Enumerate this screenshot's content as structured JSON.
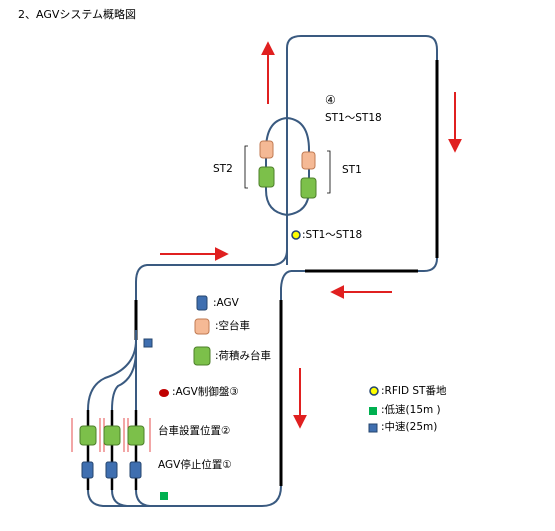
{
  "title": "2、AGVシステム概略図",
  "labels": {
    "circled4": "④",
    "stations_top": "ST1～ST18",
    "st2": "ST2",
    "st1": "ST1",
    "rfid_range": ":ST1～ST18"
  },
  "legend_left": {
    "agv": ":AGV",
    "empty_cart": ":空台車",
    "loaded_cart": ":荷積み台車",
    "control_panel": ":AGV制御盤③",
    "cart_position": "台車設置位置②",
    "agv_stop": "AGV停止位置①"
  },
  "legend_right": {
    "rfid": ":RFID  ST番地",
    "low_speed": ":低速(15m )",
    "mid_speed": ":中速(25m)"
  },
  "colors": {
    "track": "#3a5a80",
    "arrow": "#e02020",
    "agv_blue": "#3f6fb0",
    "agv_border": "#24446e",
    "empty_cart": "#f5b995",
    "empty_cart_border": "#c07a52",
    "loaded_cart": "#7cc04a",
    "loaded_cart_border": "#4d7f2a",
    "panel_red": "#c00000",
    "rfid_yellow": "#ffff00",
    "low_speed_green": "#00b050",
    "thick_segment": "#000000"
  }
}
